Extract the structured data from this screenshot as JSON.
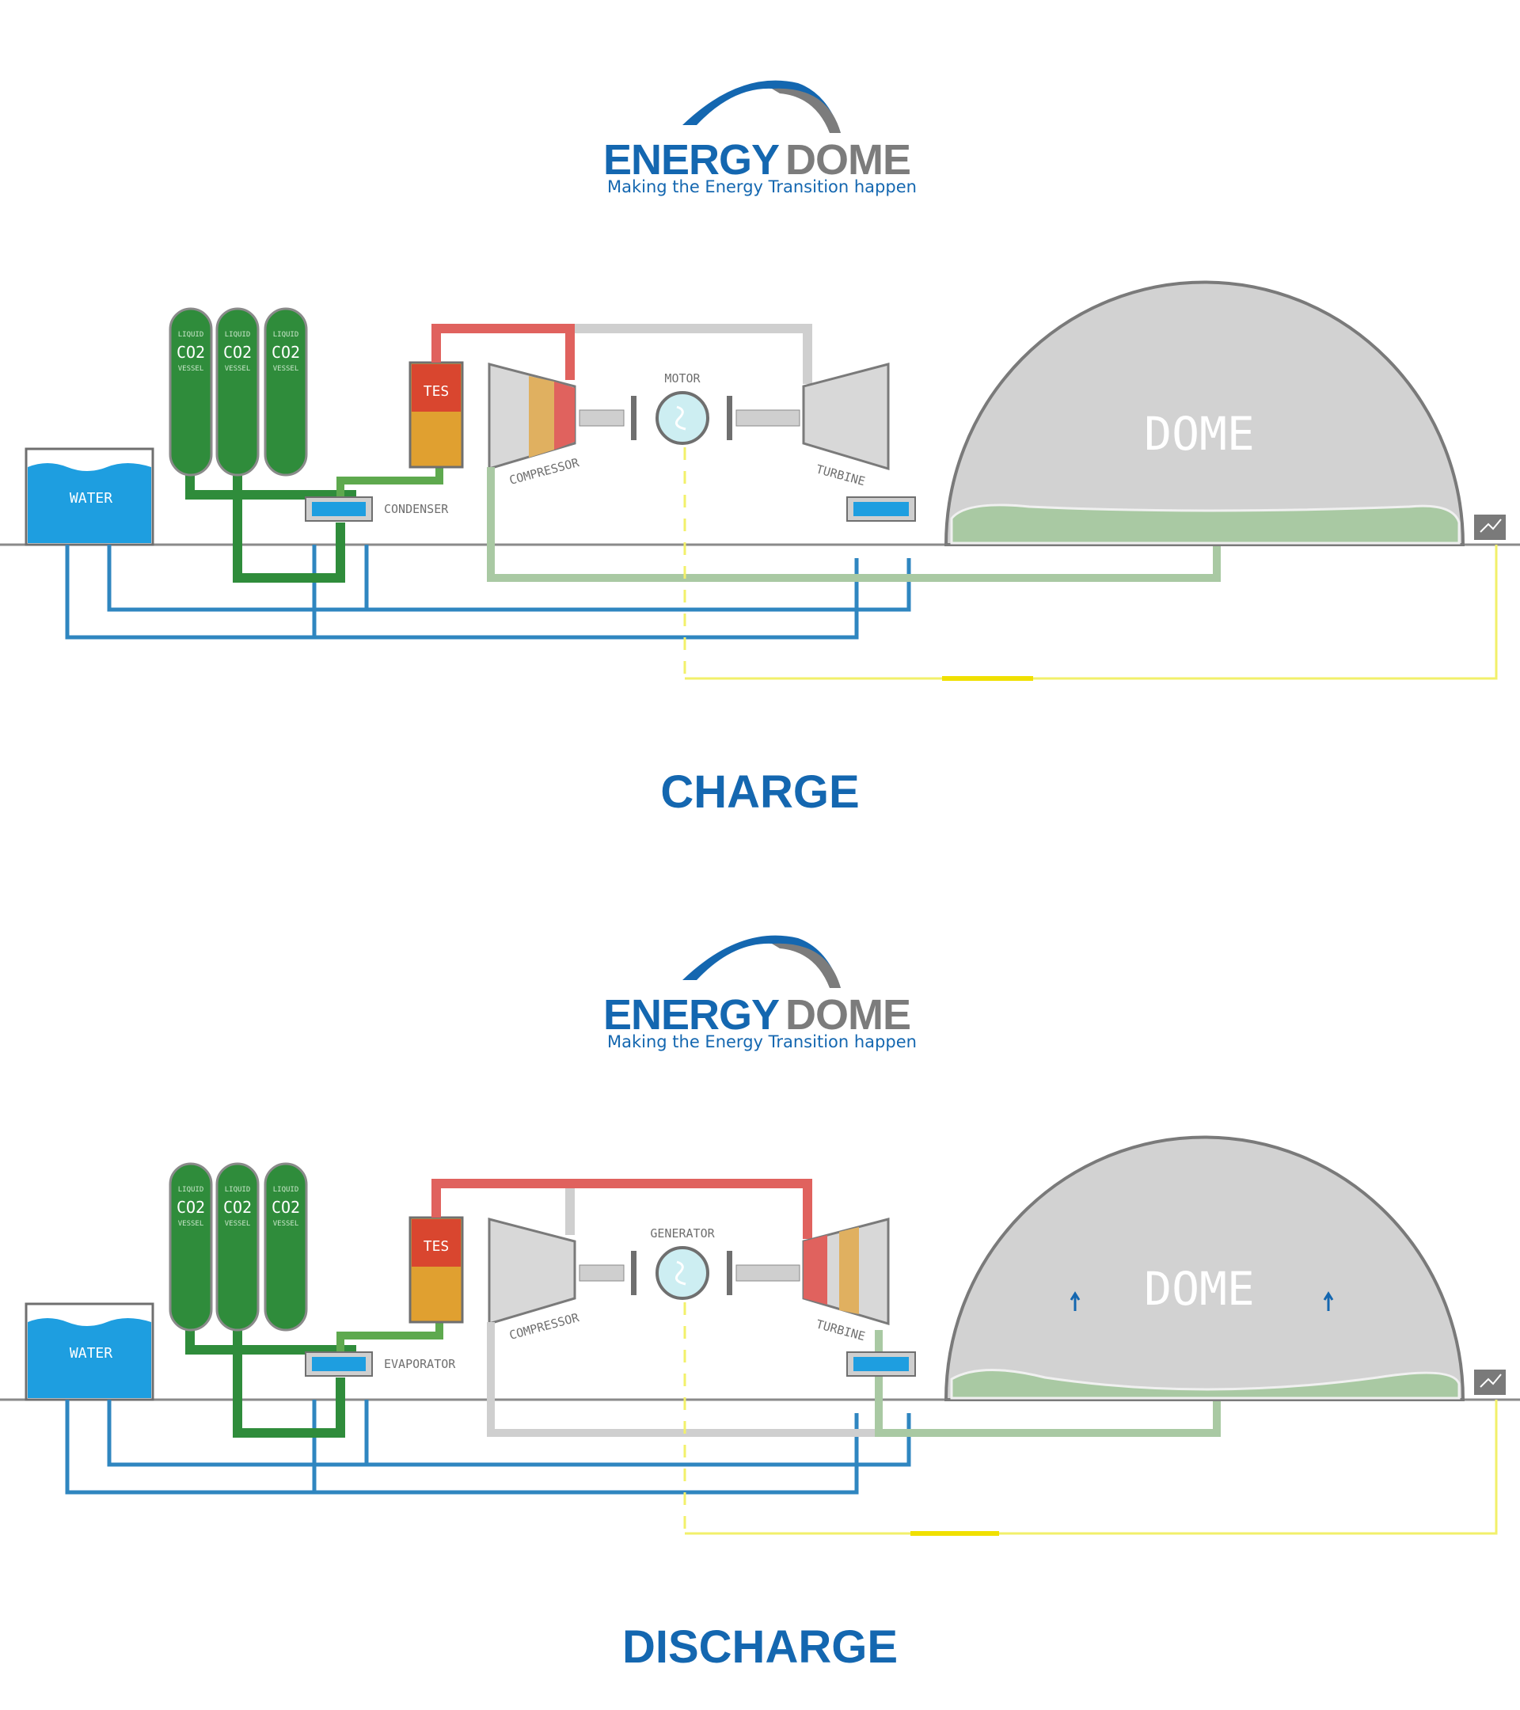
{
  "brand": {
    "name_part1": "ENERGY",
    "name_part2": "DOME",
    "tagline": "Making the Energy Transition happen"
  },
  "colors": {
    "blue": "#1467b0",
    "grey_logo": "#7c7c7c",
    "water": "#1e9ee0",
    "co2_green": "#2f8c3b",
    "pipe_grey": "#cfcfcf",
    "hot_red": "#e0625e",
    "dome_fill": "#d2d2d2",
    "gas_green": "#a9c9a3",
    "power_yellow": "#f2f06a"
  },
  "panels": [
    {
      "mode": "CHARGE",
      "labels": {
        "water": "WATER",
        "co2_top": "LIQUID",
        "co2": "CO2",
        "co2_bottom": "VESSEL",
        "tes": "TES",
        "exchanger": "CONDENSER",
        "machine": "MOTOR",
        "compressor": "COMPRESSOR",
        "turbine": "TURBINE",
        "dome": "DOME"
      }
    },
    {
      "mode": "DISCHARGE",
      "labels": {
        "water": "WATER",
        "co2_top": "LIQUID",
        "co2": "CO2",
        "co2_bottom": "VESSEL",
        "tes": "TES",
        "exchanger": "EVAPORATOR",
        "machine": "GENERATOR",
        "compressor": "COMPRESSOR",
        "turbine": "TURBINE",
        "dome": "DOME"
      }
    }
  ]
}
